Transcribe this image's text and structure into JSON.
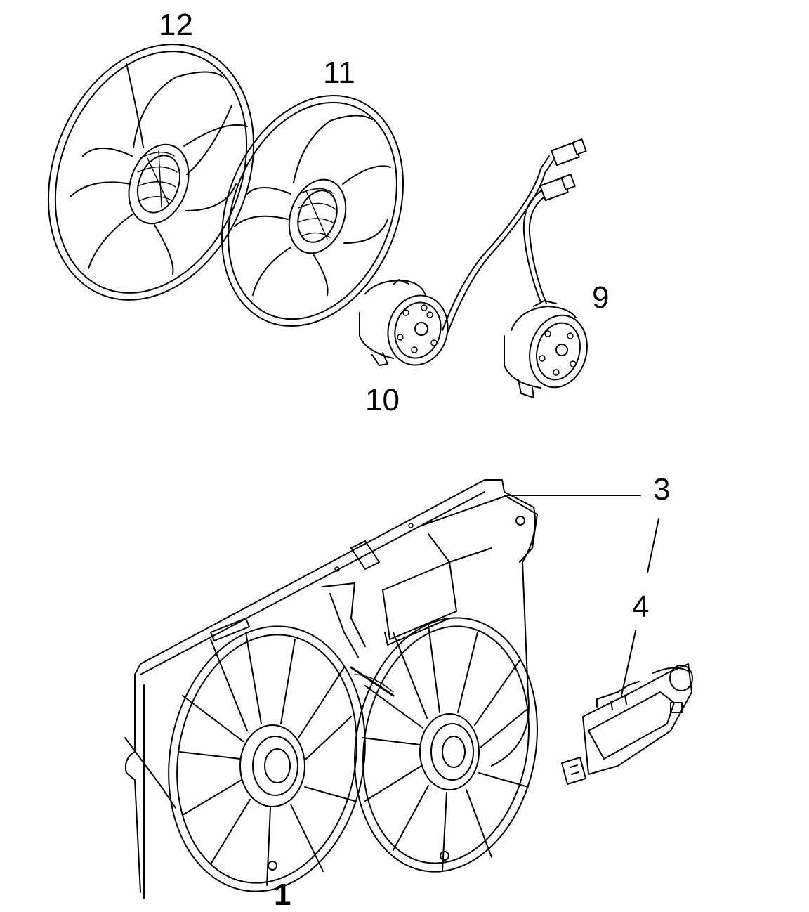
{
  "callouts": {
    "c12": "12",
    "c11": "11",
    "c9": "9",
    "c10": "10",
    "c3": "3",
    "c4": "4",
    "c1": "1"
  },
  "colors": {
    "ink": "#000000",
    "background": "#ffffff"
  }
}
